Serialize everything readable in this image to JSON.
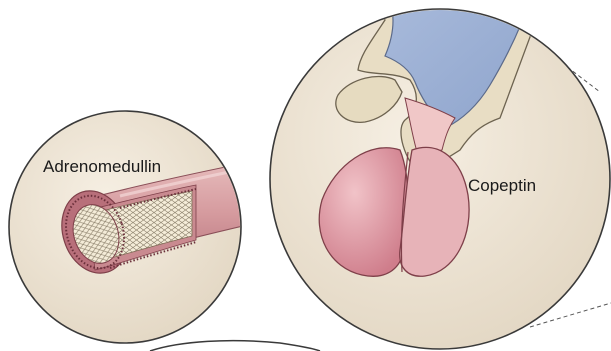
{
  "labels": {
    "adrenomedullin": "Adrenomedullin",
    "copeptin": "Copeptin"
  },
  "colors": {
    "background": "#ffffff",
    "circle_fill": "#ebe2d4",
    "circle_stroke": "#3a3a3a",
    "vessel_pink": "#d9a3a3",
    "vessel_dark": "#b06c75",
    "vessel_inner": "#f2ead6",
    "hypothalamus_blue": "#9fb2d6",
    "stalk_beige": "#e6dcc3",
    "pituitary_pink": "#d98b98"
  },
  "icons": {
    "vessel": "blood-vessel-illustration",
    "pituitary": "pituitary-gland-illustration"
  }
}
